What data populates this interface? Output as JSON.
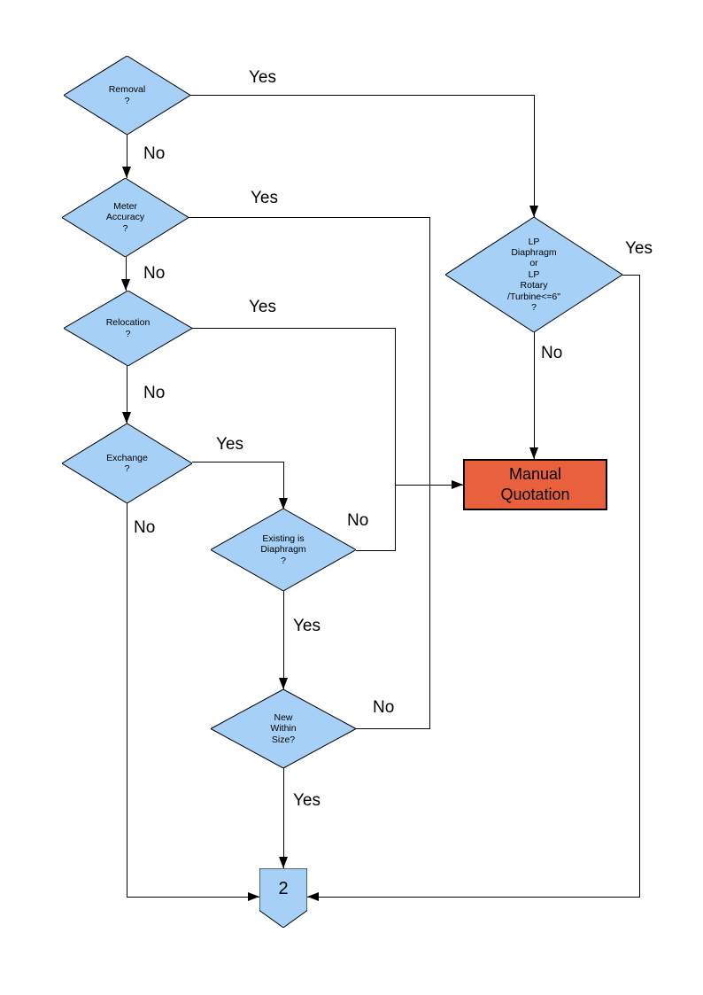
{
  "flowchart": {
    "colors": {
      "decision_fill": "#A6D0F5",
      "decision_border": "#000000",
      "process_fill": "#E8613C",
      "process_border": "#000000",
      "connector_fill": "#A6D0F5",
      "connector_border": "#000000",
      "line_color": "#000000"
    },
    "nodes": {
      "removal": {
        "type": "decision",
        "label": "Removal\n?"
      },
      "meter_accuracy": {
        "type": "decision",
        "label": "Meter\nAccuracy\n?"
      },
      "relocation": {
        "type": "decision",
        "label": "Relocation\n?"
      },
      "exchange": {
        "type": "decision",
        "label": "Exchange\n?"
      },
      "existing_diaphragm": {
        "type": "decision",
        "label": "Existing is\nDiaphragm\n?"
      },
      "new_within_size": {
        "type": "decision",
        "label": "New\nWithin\nSize?"
      },
      "lp_meter": {
        "type": "decision",
        "label": "LP\nDiaphragm\nor\nLP\nRotary\n/Turbine<=6\"\n?"
      },
      "manual_quotation": {
        "type": "process",
        "label": "Manual\nQuotation"
      },
      "offpage_connector": {
        "type": "off-page-connector",
        "label": "2"
      }
    },
    "edge_labels": {
      "removal_yes": "Yes",
      "removal_no": "No",
      "meter_accuracy_yes": "Yes",
      "meter_accuracy_no": "No",
      "relocation_yes": "Yes",
      "relocation_no": "No",
      "exchange_yes": "Yes",
      "exchange_no": "No",
      "existing_diaphragm_no": "No",
      "existing_diaphragm_yes": "Yes",
      "new_within_size_no": "No",
      "new_within_size_yes": "Yes",
      "lp_meter_yes": "Yes",
      "lp_meter_no": "No"
    }
  }
}
